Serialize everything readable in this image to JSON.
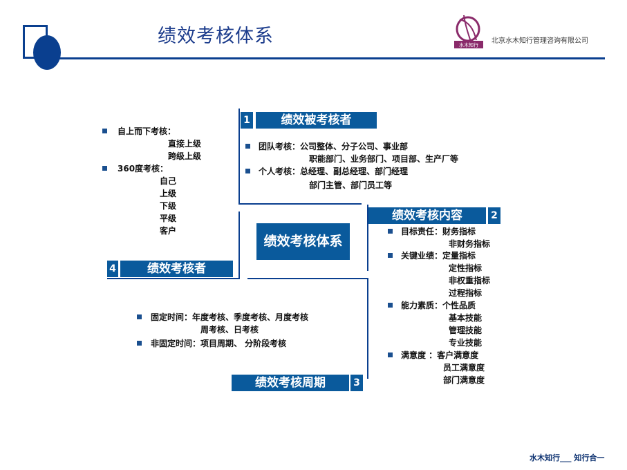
{
  "header": {
    "title": "绩效考核体系",
    "company": "北京水木知行管理咨询有限公司",
    "logo_icon": "swirl-logo-icon",
    "logo_text": "水木知行"
  },
  "center": {
    "label": "绩效考核体系"
  },
  "section1": {
    "num": "1",
    "title": "绩效被考核者",
    "lines": [
      "团队考核：公司整体、分子公司、事业部",
      "职能部门、业务部门、项目部、生产厂等",
      "个人考核：总经理、副总经理、部门经理",
      "部门主管、部门员工等"
    ]
  },
  "section2": {
    "num": "2",
    "title": "绩效考核内容",
    "lines": [
      "目标责任：财务指标",
      "非财务指标",
      "关键业绩：定量指标",
      "定性指标",
      "非权重指标",
      "过程指标",
      "能力素质：个性品质",
      "基本技能",
      "管理技能",
      "专业技能",
      "满意度 ：客户满意度",
      "员工满意度",
      "部门满意度"
    ]
  },
  "section3": {
    "num": "3",
    "title": "绩效考核周期",
    "lines": [
      "固定时间：年度考核、季度考核、月度考核",
      "周考核、日考核",
      "非固定时间：项目周期、 分阶段考核"
    ]
  },
  "section4": {
    "num": "4",
    "title": "绩效考核者",
    "lines": [
      "自上而下考核：",
      "直接上级",
      "跨级上级",
      "360度考核：",
      "自己",
      "上级",
      "下级",
      "平级",
      "客户"
    ]
  },
  "footer": {
    "text": "水木知行___ 知行合一"
  },
  "colors": {
    "primary": "#0a5a9c",
    "dark": "#0a3f8f",
    "logo": "#8a2a6a"
  }
}
